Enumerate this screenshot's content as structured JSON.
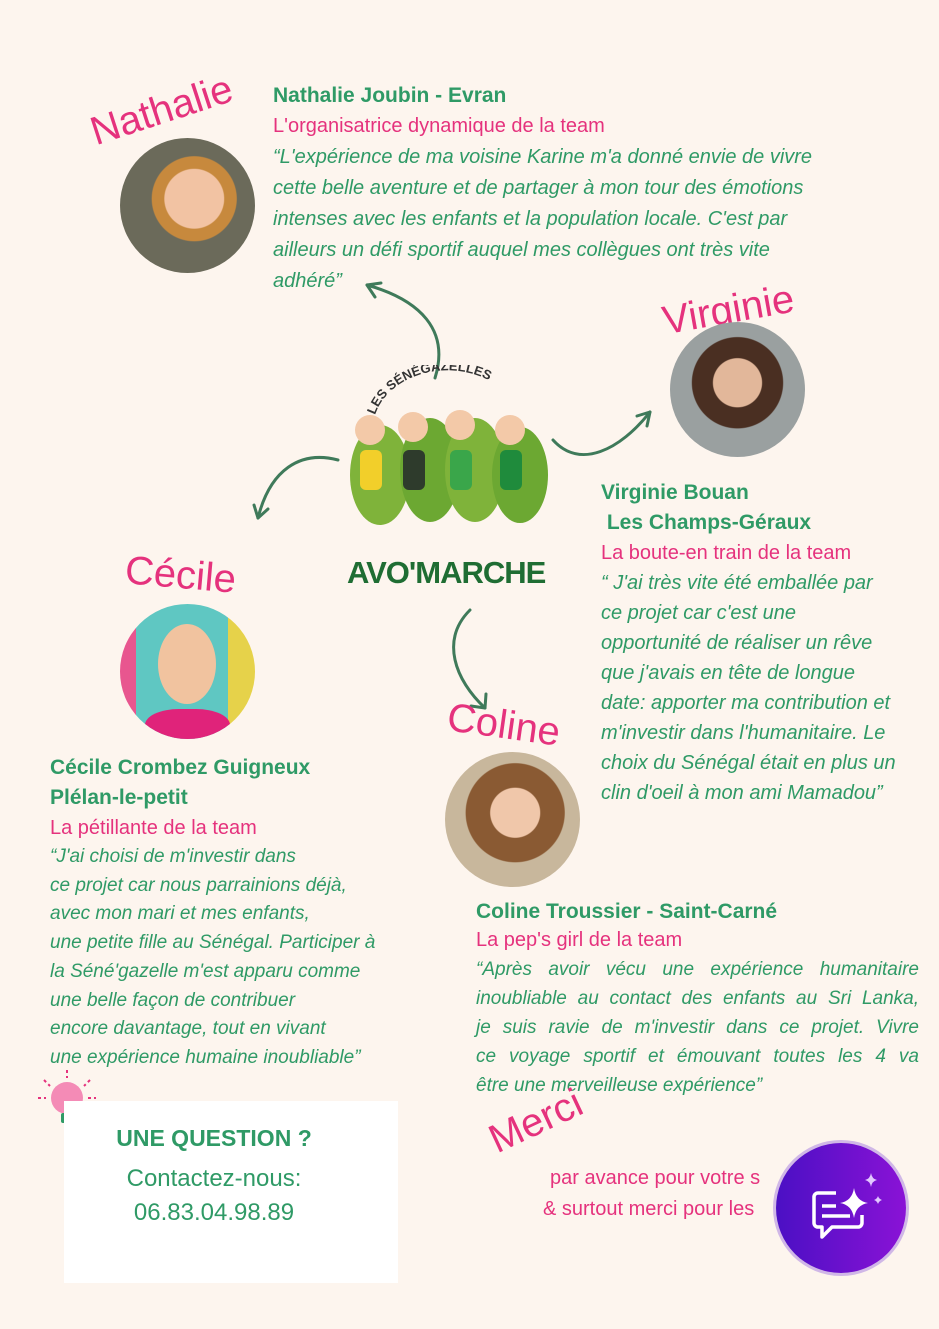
{
  "logo": {
    "arc": "LES SÉNÉGAZELLES",
    "name": "AVO'MARCHE"
  },
  "nathalie": {
    "script": "Nathalie",
    "name": "Nathalie Joubin - Evran",
    "role": "L'organisatrice dynamique de la team",
    "quote": [
      "“L'expérience de ma voisine Karine m'a donné envie de vivre",
      "cette belle aventure et de partager à mon tour des émotions",
      "intenses avec les enfants et la population locale. C'est par",
      "ailleurs un défi sportif auquel mes collègues ont très vite",
      "adhéré”"
    ]
  },
  "virginie": {
    "script": "Virginie",
    "name": [
      "Virginie Bouan",
      " Les Champs-Géraux"
    ],
    "role": "La boute-en train de la team",
    "quote": [
      "“ J'ai très vite été emballée par",
      "ce projet car c'est une",
      "opportunité de réaliser un rêve",
      "que j'avais en tête de longue",
      "date: apporter ma contribution et",
      "m'investir dans l'humanitaire. Le",
      "choix du Sénégal était en plus un",
      "clin d'oeil à mon ami Mamadou”"
    ]
  },
  "cecile": {
    "script": "Cécile",
    "name": [
      "Cécile Crombez Guigneux",
      "Plélan-le-petit"
    ],
    "role": "La pétillante de la team",
    "quote": [
      "“J'ai choisi de m'investir dans",
      "ce projet car nous parrainions déjà,",
      "avec mon mari et mes enfants,",
      "une petite fille au Sénégal. Participer à",
      "la Séné'gazelle m'est apparu comme",
      "une belle façon de contribuer",
      "encore davantage, tout en vivant",
      "une expérience humaine inoubliable”"
    ]
  },
  "coline": {
    "script": "Coline",
    "name": "Coline Troussier - Saint-Carné",
    "role": "La pep's girl de la team",
    "quote": [
      "“Après avoir vécu une expérience humanitaire",
      "inoubliable au contact des enfants au Sri Lanka,",
      "je suis ravie de m'investir dans ce projet. Vivre",
      "ce voyage sportif et émouvant toutes les 4 va",
      "être une merveilleuse expérience”"
    ]
  },
  "contact": {
    "title": "UNE QUESTION ?",
    "label": "Contactez-nous:",
    "phone": "06.83.04.98.89"
  },
  "merci": {
    "script": "Merci",
    "lines": [
      "par avance pour votre s",
      "& surtout merci pour les"
    ]
  },
  "colors": {
    "green": "#2f9a66",
    "pink": "#e5327d",
    "background": "#fdf5ee",
    "fab": "#6a12c9"
  }
}
